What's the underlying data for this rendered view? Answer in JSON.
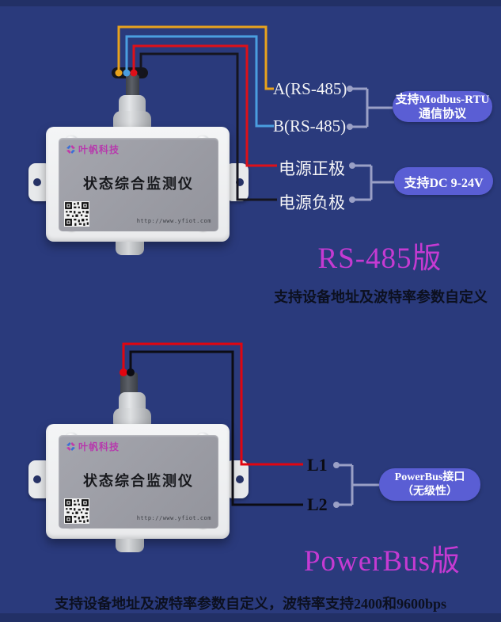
{
  "page": {
    "bg": "#2a3a7c",
    "edge_band": "#223066"
  },
  "colors": {
    "wire_a": "#e8a21d",
    "wire_b": "#4a9ee0",
    "wire_pos": "#de1019",
    "wire_neg": "#15151f",
    "wire_l1": "#e10510",
    "wire_l2": "#0c0c13",
    "bracket": "#9aa0c6",
    "pill": "#5a5ed4",
    "accent_magenta": "#c53ad2",
    "brand_magenta": "#b73aad"
  },
  "device": {
    "brand": "叶帆科技",
    "title": "状态综合监测仪",
    "url": "http://www.yfiot.com"
  },
  "rs485": {
    "labels": {
      "a": "A(RS-485)",
      "b": "B(RS-485)",
      "pos": "电源正极",
      "neg": "电源负极"
    },
    "callout_modbus": {
      "line1": "支持Modbus-RTU",
      "line2": "通信协议"
    },
    "callout_dc": "支持DC 9-24V",
    "version": "RS-485版",
    "note": "支持设备地址及波特率参数自定义"
  },
  "powerbus": {
    "labels": {
      "l1": "L1",
      "l2": "L2"
    },
    "callout": {
      "line1": "PowerBus接口",
      "line2": "（无级性）"
    },
    "version": "PowerBus版",
    "note": "支持设备地址及波特率参数自定义，波特率支持2400和9600bps"
  }
}
